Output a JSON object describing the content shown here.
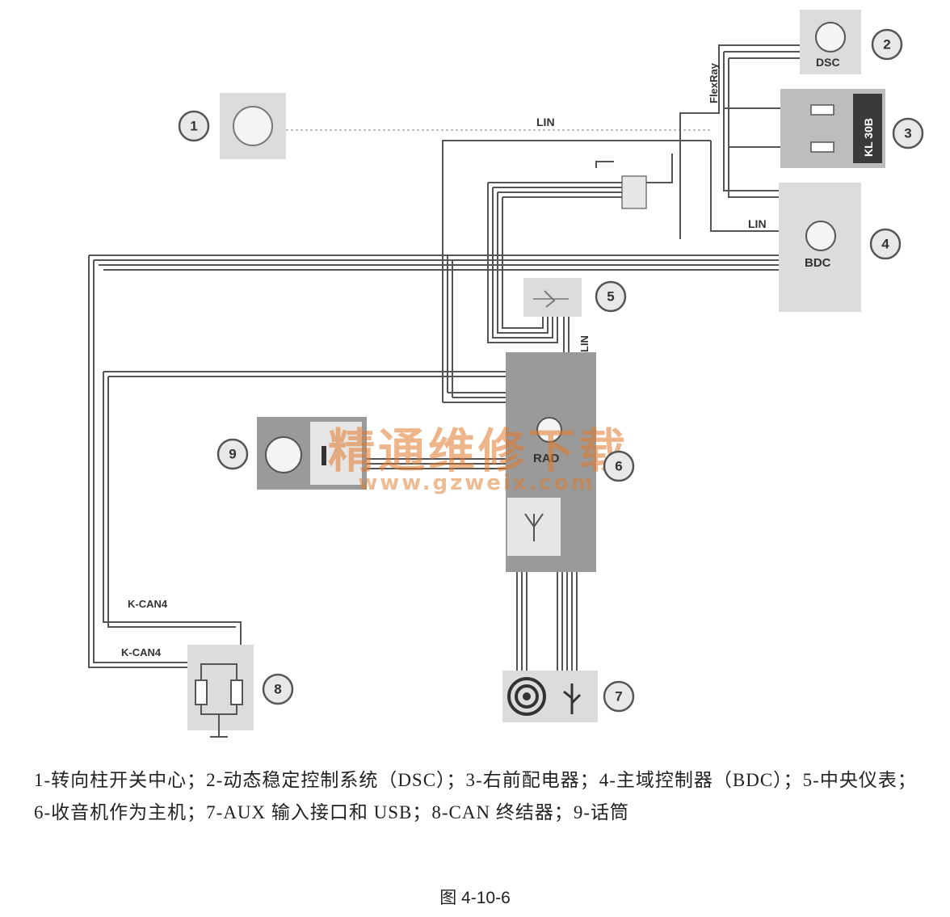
{
  "labels": {
    "flexray": "FlexRay",
    "lin_top": "LIN",
    "lin_bdc": "LIN",
    "lin_vertical": "LIN",
    "dsc": "DSC",
    "kl30b": "KL 30B",
    "bdc": "BDC",
    "rad": "RAD",
    "kcan4_upper": "K-CAN4",
    "kcan4_lower": "K-CAN4"
  },
  "callouts": [
    "1",
    "2",
    "3",
    "4",
    "5",
    "6",
    "7",
    "8",
    "9"
  ],
  "watermark": {
    "cn": "精通维修下载",
    "url": "www.gzweix.com"
  },
  "caption": "1-转向柱开关中心；2-动态稳定控制系统（DSC）；3-右前配电器；4-主域控制器（BDC）；5-中央仪表；6-收音机作为主机；7-AUX 输入接口和 USB；8-CAN 终结器；9-话筒",
  "figure_title": "图 4-10-6",
  "colors": {
    "box": "#dcdcdc",
    "box_dark": "#9a9a9a",
    "wire": "#555555",
    "watermark": "#e07a2a"
  }
}
